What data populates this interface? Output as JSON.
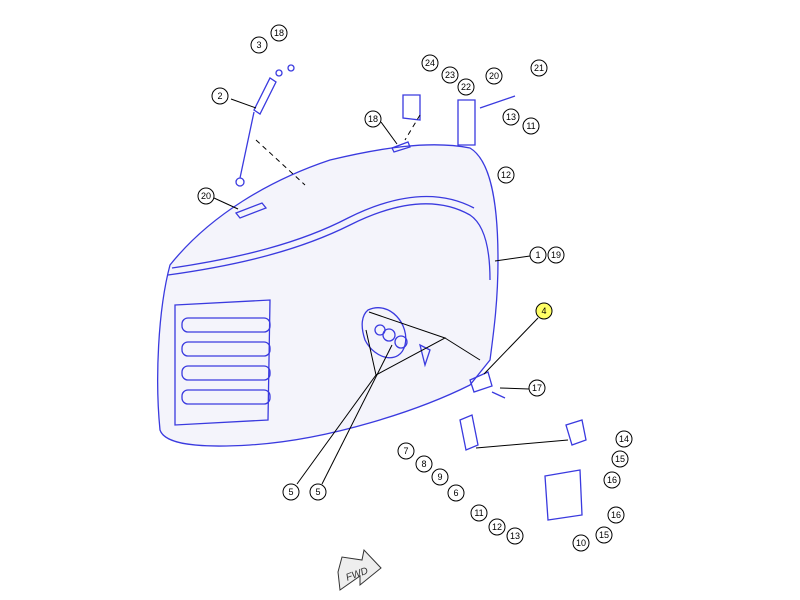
{
  "diagram": {
    "callouts": [
      "18",
      "3",
      "2",
      "20",
      "24",
      "23",
      "22",
      "20",
      "21",
      "18",
      "13",
      "11",
      "12",
      "1",
      "19",
      "4",
      "17",
      "7",
      "8",
      "9",
      "6",
      "5",
      "5",
      "14",
      "15",
      "16",
      "16",
      "15",
      "10",
      "11",
      "12",
      "13"
    ],
    "highlight_callout": "4",
    "highlight_color": "#ffff66",
    "direction_arrow_label": "FWD"
  }
}
